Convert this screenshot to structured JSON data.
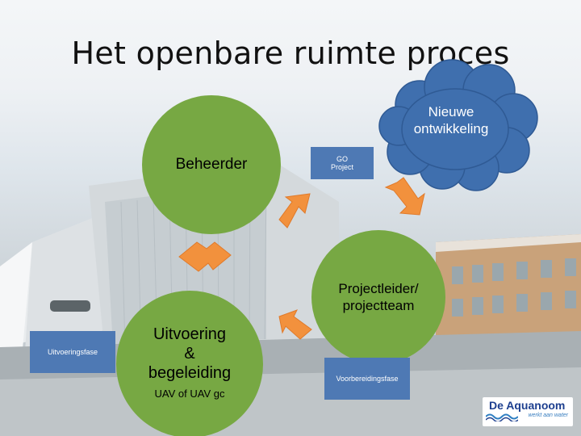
{
  "slide": {
    "title": "Het openbare ruimte proces"
  },
  "nodes": {
    "beheerder": "Beheerder",
    "projectleider": "Projectleider/\nprojectteam",
    "uitvoering_main": "Uitvoering\n&\nbegeleiding",
    "uitvoering_sub": "UAV of UAV gc",
    "nieuwe_ontwikkeling": "Nieuwe\nontwikkeling"
  },
  "labels": {
    "go_project": "GO\nProject",
    "uitvoeringsfase": "Uitvoeringsfase",
    "voorbereidingsfase": "Voorbereidingsfase"
  },
  "logo": {
    "name": "De Aquanoom",
    "tagline": "werkt aan water"
  },
  "colors": {
    "circle": "#77a843",
    "box": "#4e79b4",
    "cloud": "#3f6fae",
    "arrow": "#f2913d"
  }
}
